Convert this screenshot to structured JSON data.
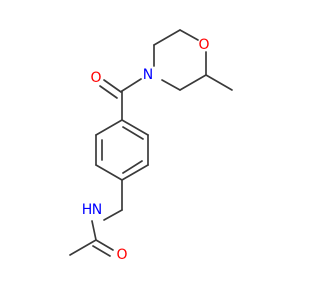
{
  "molecule": {
    "atoms": {
      "o_carbonyl_top": {
        "label": "O",
        "color": "#ff0000"
      },
      "n_morpholine": {
        "label": "N",
        "color": "#0000ff"
      },
      "o_morpholine": {
        "label": "O",
        "color": "#ff0000"
      },
      "nh_amide": {
        "label": "N",
        "color": "#0000ff"
      },
      "h_amide": {
        "label": "H",
        "color": "#0000ff"
      },
      "o_acetyl": {
        "label": "O",
        "color": "#ff0000"
      }
    },
    "bond_color": "#3a3a3a"
  }
}
